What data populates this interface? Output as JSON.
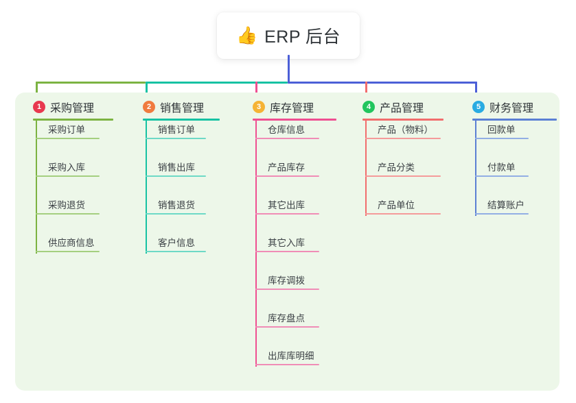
{
  "root": {
    "icon": "thumbs-up-icon",
    "icon_glyph": "👍",
    "title": "ERP 后台"
  },
  "colors": {
    "panel_background": "#edf7e9",
    "page_background": "#ffffff",
    "root_card_background": "#ffffff",
    "text": "#2f3438",
    "connector_green": "#7cb342",
    "connector_teal": "#16c2a3",
    "connector_blue": "#4c5fd7",
    "connector_pink": "#ef4f91",
    "connector_salmon": "#f26d6d"
  },
  "branches": [
    {
      "number": "1",
      "title": "采购管理",
      "badge_color": "#e8384f",
      "line_color": "#7cb342",
      "leaf_line_color": "#a4cf7f",
      "items": [
        "采购订单",
        "采购入库",
        "采购退货",
        "供应商信息"
      ]
    },
    {
      "number": "2",
      "title": "销售管理",
      "badge_color": "#f07b3f",
      "line_color": "#16c2a3",
      "leaf_line_color": "#6dd9c6",
      "items": [
        "销售订单",
        "销售出库",
        "销售退货",
        "客户信息"
      ]
    },
    {
      "number": "3",
      "title": "库存管理",
      "badge_color": "#f5b335",
      "line_color": "#ef4f91",
      "leaf_line_color": "#f08cb6",
      "items": [
        "仓库信息",
        "产品库存",
        "其它出库",
        "其它入库",
        "库存调拨",
        "库存盘点",
        "出库库明细"
      ]
    },
    {
      "number": "4",
      "title": "产品管理",
      "badge_color": "#22c55e",
      "line_color": "#f26d6d",
      "leaf_line_color": "#f59a9a",
      "items": [
        "产品（物料）",
        "产品分类",
        "产品单位"
      ]
    },
    {
      "number": "5",
      "title": "财务管理",
      "badge_color": "#29abe2",
      "line_color": "#5b7fd4",
      "leaf_line_color": "#92aee4",
      "items": [
        "回款单",
        "付款单",
        "结算账户"
      ]
    }
  ]
}
